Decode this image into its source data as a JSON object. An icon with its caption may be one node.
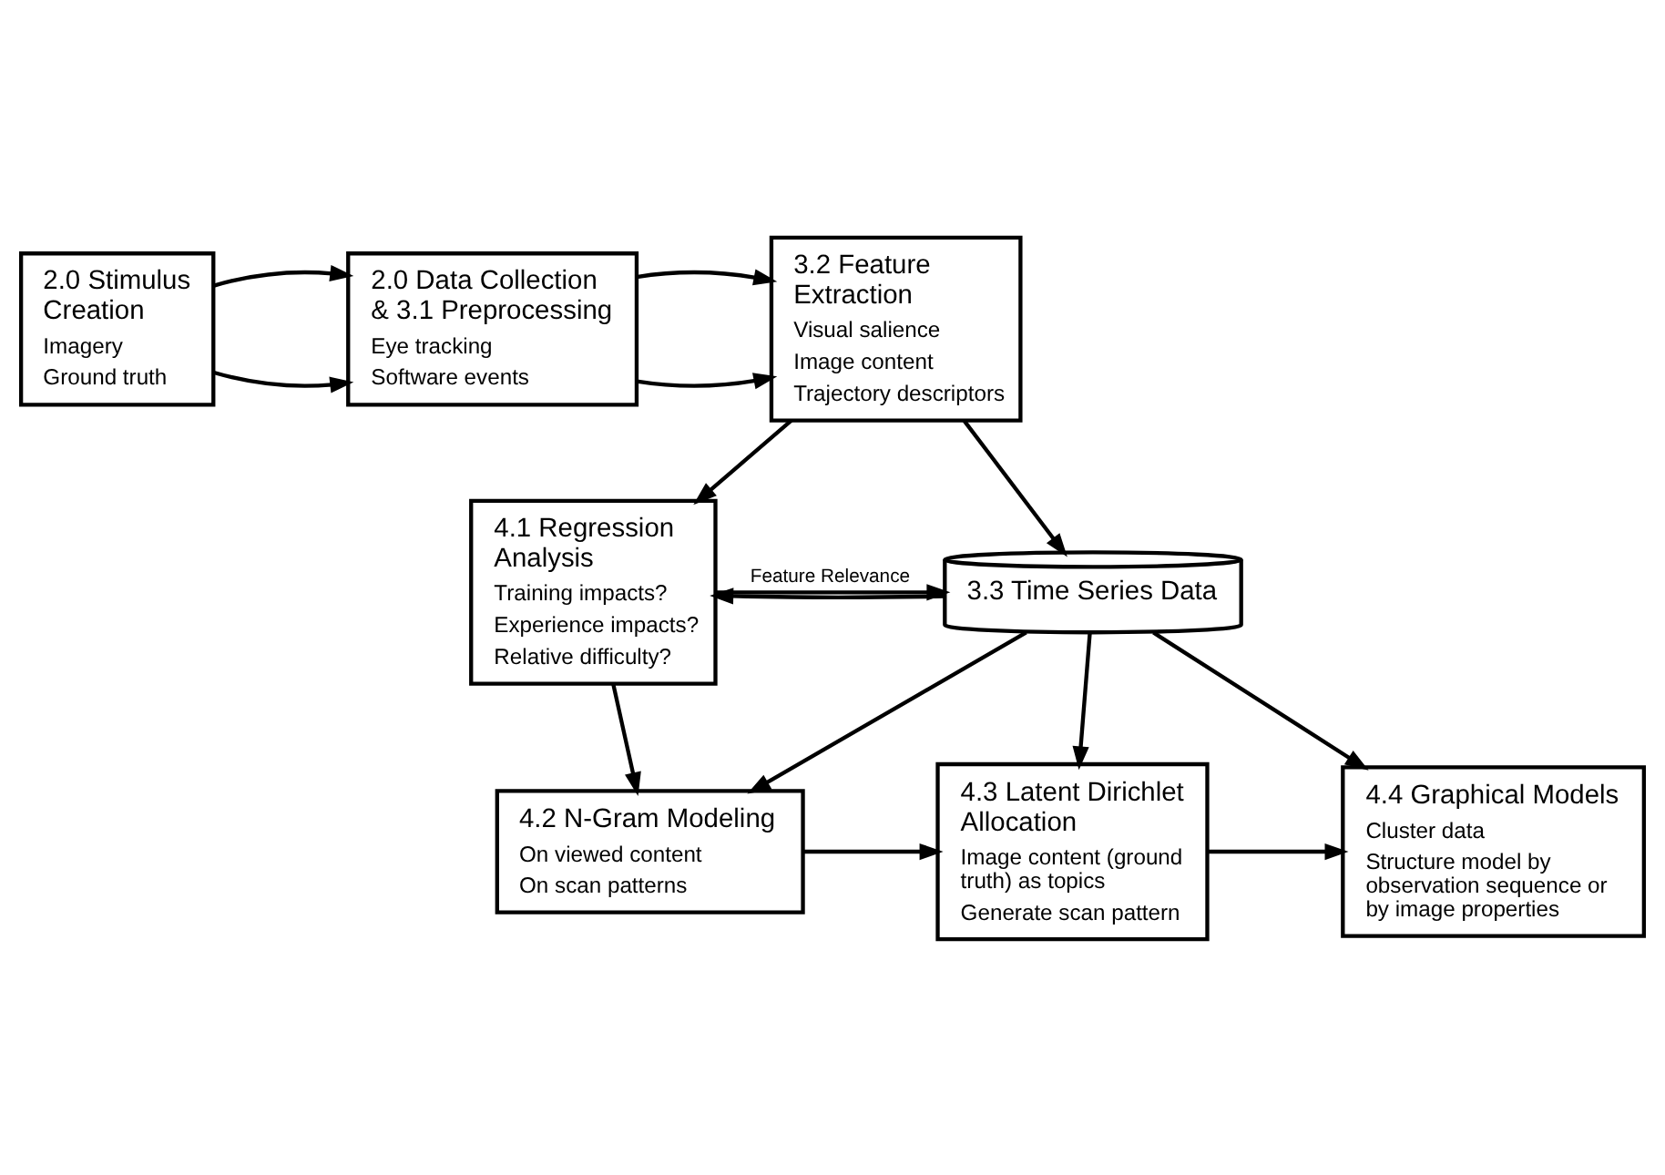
{
  "diagram": {
    "nodes": [
      {
        "text": [
          "2.0 Stimulus Creation",
          "Imagery",
          "Ground truth"
        ]
      },
      {
        "text": [
          "2.0 Data Collection & 3.1 Preprocessing",
          "Eye tracking",
          "Software events"
        ]
      },
      {
        "text": [
          "3.2 Feature Extraction",
          "Visual salience",
          "Image content",
          "Trajectory descriptors"
        ]
      },
      {
        "text": [
          "4.1 Regression Analysis",
          "Training impacts?",
          "Experience impacts?",
          "Relative difficulty?"
        ]
      },
      {
        "text": [
          "3.3 Time Series Data"
        ]
      },
      {
        "text": [
          "4.2 N-Gram Modeling",
          "On viewed content",
          "On scan patterns"
        ]
      },
      {
        "text": [
          "4.3 Latent Dirichlet Allocation",
          "Image content (ground truth) as topics",
          "Generate scan pattern"
        ]
      },
      {
        "text": [
          "4.4 Graphical Models",
          "Cluster data",
          "Structure model by observation sequence or by image properties"
        ]
      }
    ],
    "edges": [
      {
        "from": 0,
        "to": 1,
        "arrow": "to"
      },
      {
        "from": 0,
        "to": 1,
        "arrow": "to"
      },
      {
        "from": 1,
        "to": 2,
        "arrow": "to"
      },
      {
        "from": 1,
        "to": 2,
        "arrow": "to"
      },
      {
        "from": 2,
        "to": 3,
        "arrow": "to"
      },
      {
        "from": 2,
        "to": 4,
        "arrow": "to"
      },
      {
        "from": 4,
        "to": 3,
        "arrow": "to"
      },
      {
        "from": 3,
        "to": 4,
        "arrow": "to",
        "label": "Feature Relevance"
      },
      {
        "from": 3,
        "to": 5,
        "arrow": "to"
      },
      {
        "from": 4,
        "to": 5,
        "arrow": "to"
      },
      {
        "from": 4,
        "to": 6,
        "arrow": "to"
      },
      {
        "from": 4,
        "to": 7,
        "arrow": "to"
      },
      {
        "from": 5,
        "to": 6,
        "arrow": "to"
      },
      {
        "from": 6,
        "to": 7,
        "arrow": "to"
      }
    ]
  }
}
